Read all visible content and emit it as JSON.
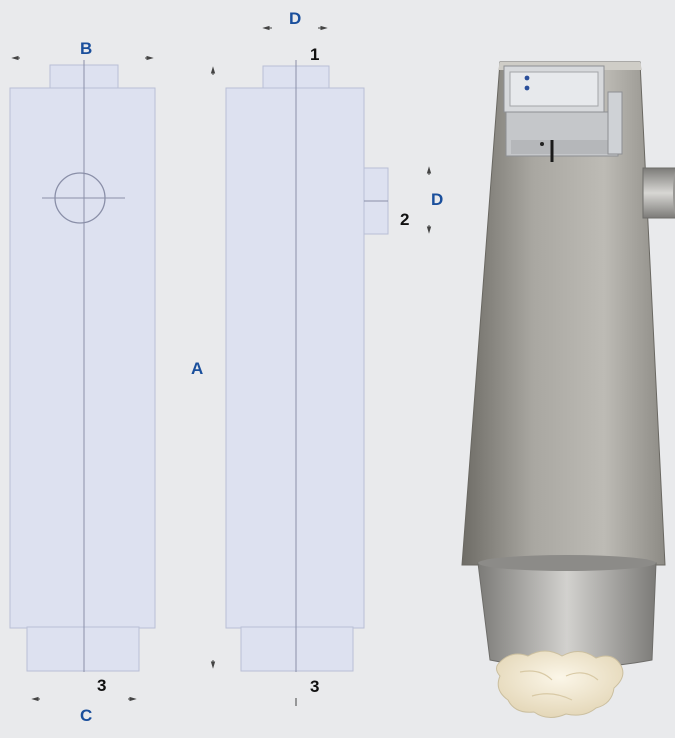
{
  "dimensions": {
    "A": "A",
    "B": "B",
    "C": "C",
    "D_top": "D",
    "D_side": "D"
  },
  "connections": {
    "top": "1",
    "side": "2",
    "bottom_left": "3",
    "bottom_right": "3"
  },
  "colors": {
    "dimension_label": "#1a4f9c",
    "connection_label": "#111111",
    "box_fill": "#dde1f0",
    "box_stroke": "#b9bfd6",
    "axis_line": "#8a8fa8",
    "background": "#e9eaec"
  }
}
